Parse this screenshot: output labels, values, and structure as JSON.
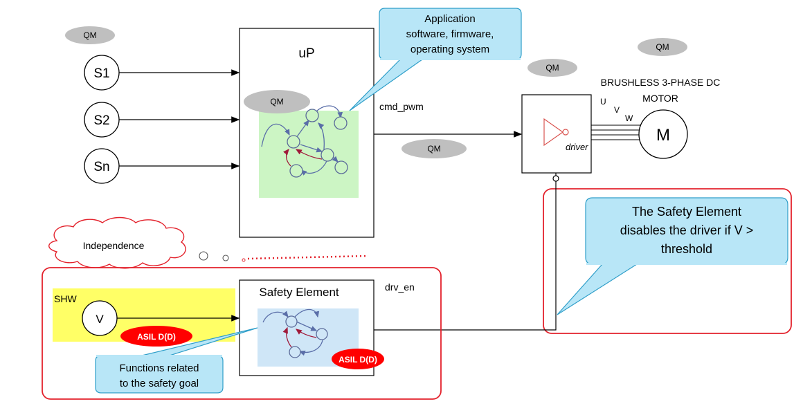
{
  "labels": {
    "qm": "QM",
    "up_title": "uP",
    "app_callout": [
      "Application",
      "software, firmware,",
      "operating system"
    ],
    "s1": "S1",
    "s2": "S2",
    "sn": "Sn",
    "cmd_pwm": "cmd_pwm",
    "driver": "driver",
    "motor_title": [
      "BRUSHLESS 3-PHASE DC",
      "MOTOR"
    ],
    "phase_u": "U",
    "phase_v": "V",
    "phase_w": "W",
    "motor": "M",
    "safety_callout": [
      "The Safety Element",
      "disables the driver if V >",
      "threshold"
    ],
    "independence": "Independence",
    "shw": "SHW",
    "v_sensor": "V",
    "safety_element": "Safety Element",
    "drv_en": "drv_en",
    "asil": "ASIL D(D)",
    "functions_callout": [
      "Functions related",
      "to the safety goal"
    ]
  },
  "colors": {
    "qm_badge": "#bfbfbf",
    "green_zone": "#ccf5c4",
    "blue_zone": "#cfe6f7",
    "shw_zone": "#ffff66",
    "red_border": "#e3212b",
    "asil_badge": "#ff0000",
    "callout_fill": "#b8e6f7",
    "callout_stroke": "#2e9ec9",
    "node_stroke": "#5b6b9a",
    "node_arrow": "#5a6ea8",
    "return_arrow": "#a01a3a"
  }
}
